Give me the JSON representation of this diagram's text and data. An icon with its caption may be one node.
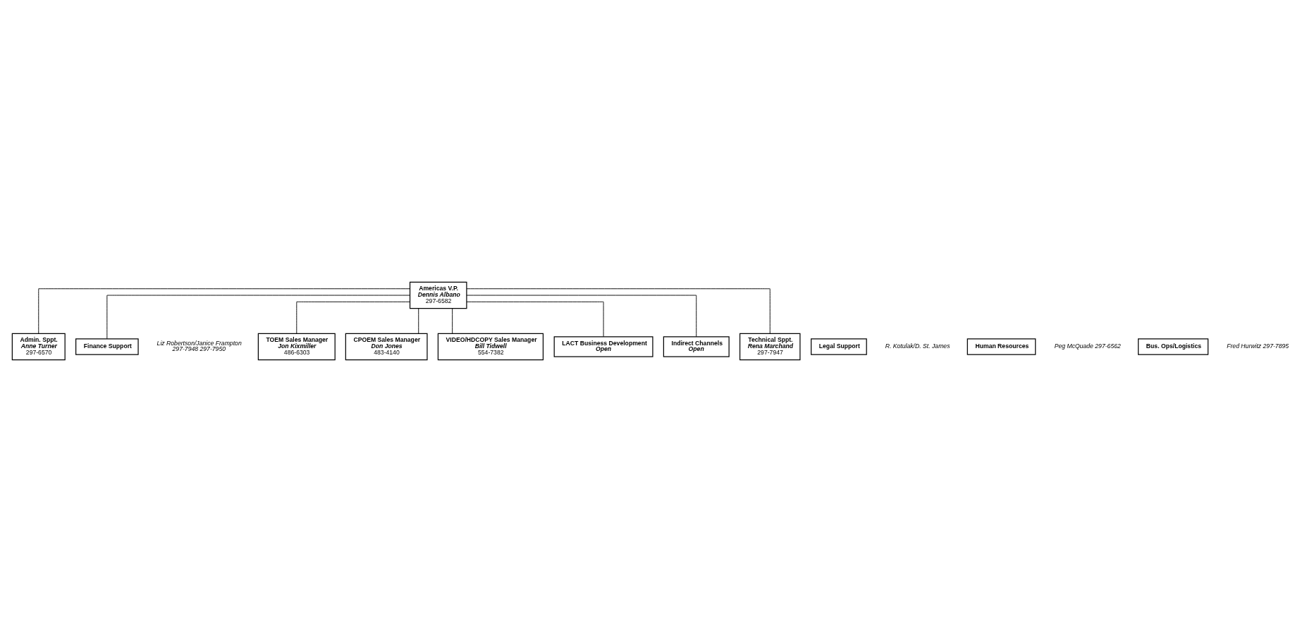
{
  "diagram": {
    "nodes": [
      {
        "text": [
          "Americas V.P.",
          "Dennis Albano",
          "297-6582"
        ]
      },
      {
        "text": [
          "Admin. Sppt.",
          "Anne Turner",
          "297-6570"
        ]
      },
      {
        "text": [
          "Legal Support"
        ],
        "beside": [
          "R. Kotulak/D. St. James"
        ]
      },
      {
        "text": [
          "Human Resources"
        ],
        "beside": [
          "Peg McQuade 297-6562"
        ]
      },
      {
        "text": [
          "Finance Support"
        ],
        "beside": [
          "Liz Robertson/Janice Frampton",
          "297-7948 297-7950"
        ]
      },
      {
        "text": [
          "Bus. Ops/Logistics"
        ],
        "beside": [
          "Fred Hurwitz 297-7895"
        ]
      },
      {
        "text": [
          "TOEM Sales Manager",
          "Jon Kixmiller",
          "486-6303"
        ]
      },
      {
        "text": [
          "CPOEM Sales Manager",
          "Don Jones",
          "483-4140"
        ]
      },
      {
        "text": [
          "VIDEO/HDCOPY Sales Manager",
          "Bill Tidwell",
          "554-7382"
        ]
      },
      {
        "text": [
          "LACT Business Development",
          "Open"
        ]
      },
      {
        "text": [
          "Indirect Channels",
          "Open"
        ]
      },
      {
        "text": [
          "Technical Sppt.",
          "Rena Marchand",
          "297-7947"
        ]
      }
    ],
    "edges": [
      {
        "from": 0,
        "to": 1,
        "arrow": "none"
      },
      {
        "from": 0,
        "to": 4,
        "arrow": "none"
      },
      {
        "from": 0,
        "to": 6,
        "arrow": "none"
      },
      {
        "from": 0,
        "to": 7,
        "arrow": "none"
      },
      {
        "from": 0,
        "to": 8,
        "arrow": "none"
      },
      {
        "from": 0,
        "to": 9,
        "arrow": "none"
      },
      {
        "from": 0,
        "to": 10,
        "arrow": "none"
      },
      {
        "from": 0,
        "to": 11,
        "arrow": "none"
      }
    ]
  }
}
